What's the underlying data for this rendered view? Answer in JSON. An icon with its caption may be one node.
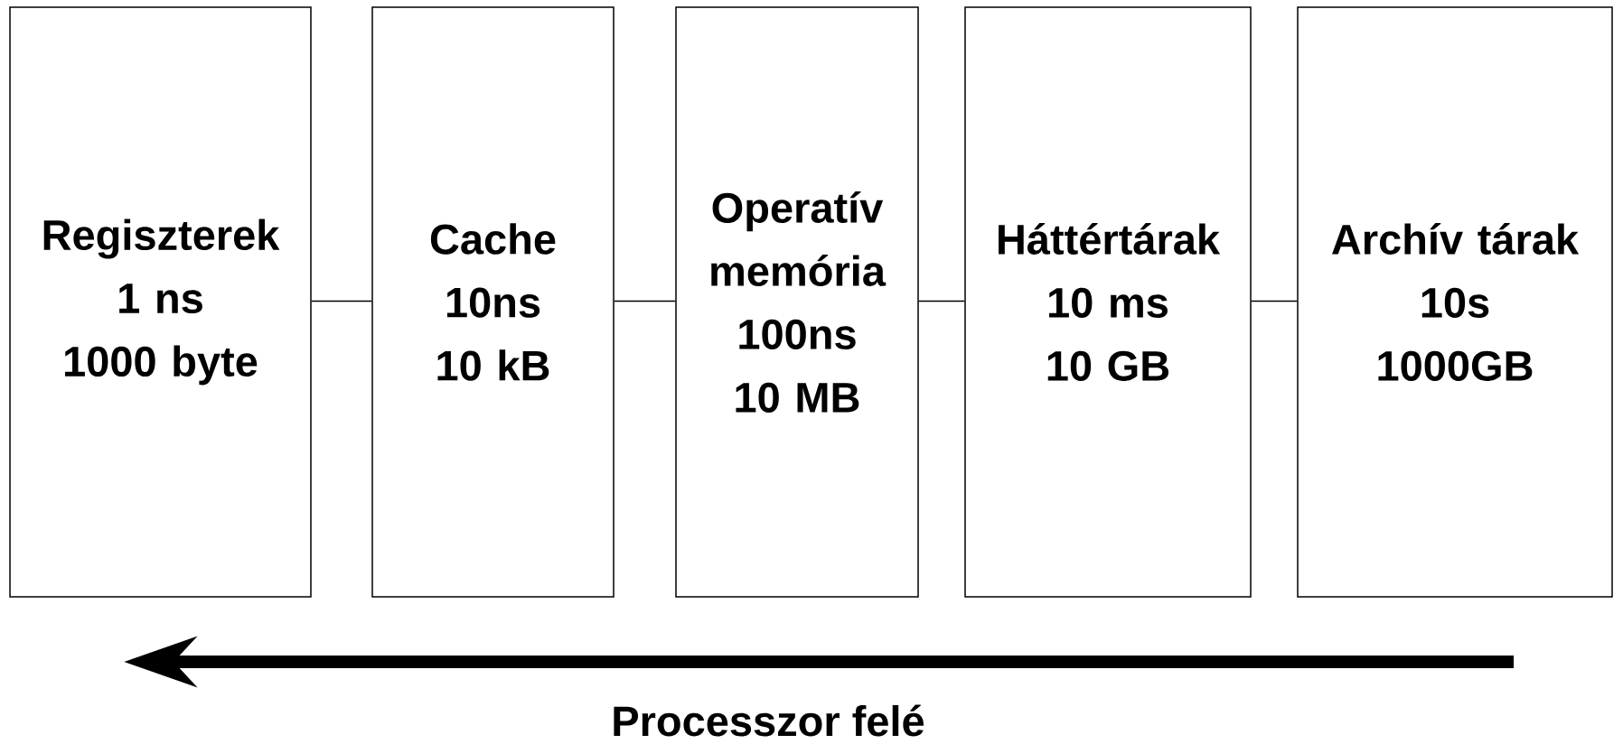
{
  "diagram": {
    "nodes": [
      {
        "text": [
          "Regiszterek",
          "1 ns",
          "1000 byte"
        ]
      },
      {
        "text": [
          "Cache",
          "10ns",
          "10 kB"
        ]
      },
      {
        "text": [
          "Operatív memória",
          "100ns",
          "10 MB"
        ]
      },
      {
        "text": [
          "Háttértárak",
          "10 ms",
          "10 GB"
        ]
      },
      {
        "text": [
          "Archív tárak",
          "10s",
          "1000GB"
        ]
      }
    ],
    "edges": [
      {
        "from": 0,
        "to": 1,
        "arrow": "none"
      },
      {
        "from": 1,
        "to": 2,
        "arrow": "none"
      },
      {
        "from": 2,
        "to": 3,
        "arrow": "none"
      },
      {
        "from": 3,
        "to": 4,
        "arrow": "none"
      }
    ],
    "labels": [
      "Processzor felé"
    ]
  }
}
